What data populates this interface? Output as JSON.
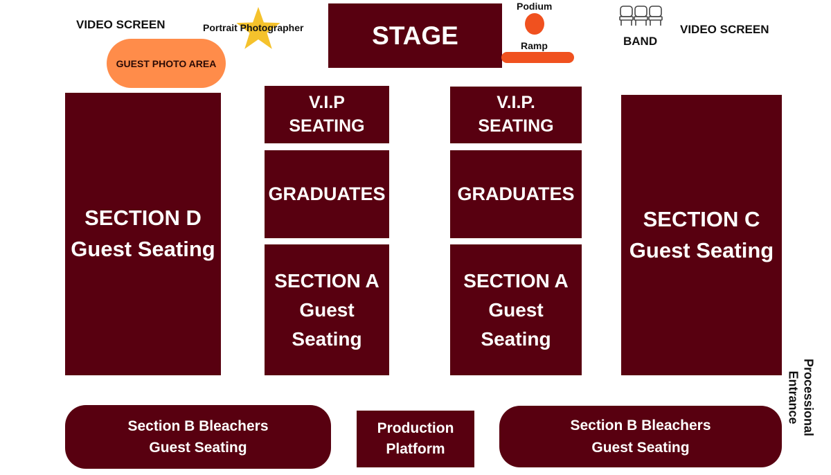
{
  "colors": {
    "block": "#580010",
    "photo_area": "#FF8C4A",
    "podium": "#F0511F",
    "ramp": "#F0511F",
    "star": "#F5C22C",
    "text_on_block": "#FFFFFF",
    "label_text": "#111111"
  },
  "top": {
    "video_screen_left": "VIDEO SCREEN",
    "video_screen_right": "VIDEO SCREEN",
    "portrait_photographer": "Portrait Photographer",
    "guest_photo_area": "GUEST PHOTO AREA",
    "stage": "STAGE",
    "podium": "Podium",
    "ramp": "Ramp",
    "band": "BAND"
  },
  "icons": {
    "star": "star-icon",
    "chairs": "chairs-icon"
  },
  "sections": {
    "section_d": {
      "line1": "SECTION D",
      "line2": "Guest Seating"
    },
    "section_c": {
      "line1": "SECTION C",
      "line2": "Guest Seating"
    },
    "vip_left": {
      "line1": "V.I.P",
      "line2": "SEATING"
    },
    "vip_right": {
      "line1": "V.I.P.",
      "line2": "SEATING"
    },
    "graduates_left": "GRADUATES",
    "graduates_right": "GRADUATES",
    "section_a_left": {
      "line1": "SECTION A",
      "line2": "Guest",
      "line3": "Seating"
    },
    "section_a_right": {
      "line1": "SECTION A",
      "line2": "Guest",
      "line3": "Seating"
    },
    "bleachers_left": {
      "line1": "Section B Bleachers",
      "line2": "Guest Seating"
    },
    "bleachers_right": {
      "line1": "Section B Bleachers",
      "line2": "Guest Seating"
    },
    "production_platform": {
      "line1": "Production",
      "line2": "Platform"
    }
  },
  "side": {
    "processional_entrance": {
      "line1": "Processional",
      "line2": "Entrance"
    }
  }
}
